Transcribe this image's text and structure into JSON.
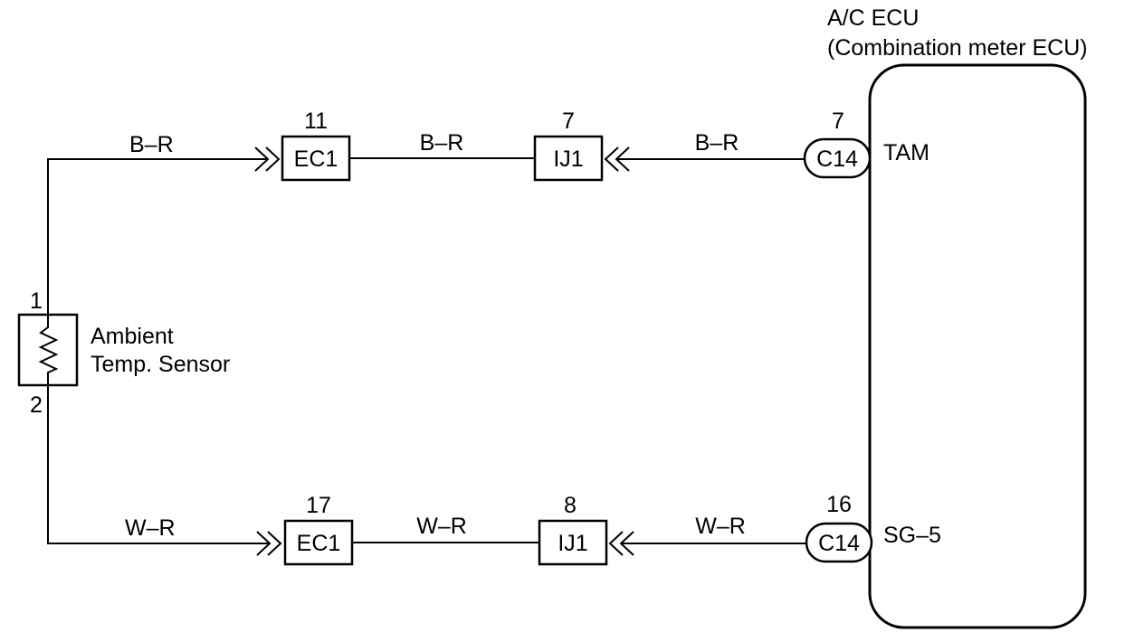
{
  "ecu": {
    "title_line1": "A/C ECU",
    "title_line2": "(Combination meter ECU)",
    "pin_top_label": "TAM",
    "pin_bottom_label": "SG–5"
  },
  "sensor": {
    "name_line1": "Ambient",
    "name_line2": "Temp. Sensor",
    "pin_top": "1",
    "pin_bottom": "2"
  },
  "top_circuit": {
    "wire1_color": "B–R",
    "wire2_color": "B–R",
    "wire3_color": "B–R",
    "ec1_pin": "11",
    "ec1_name": "EC1",
    "ij1_pin": "7",
    "ij1_name": "IJ1",
    "c14_pin": "7",
    "c14_name": "C14"
  },
  "bottom_circuit": {
    "wire1_color": "W–R",
    "wire2_color": "W–R",
    "wire3_color": "W–R",
    "ec1_pin": "17",
    "ec1_name": "EC1",
    "ij1_pin": "8",
    "ij1_name": "IJ1",
    "c14_pin": "16",
    "c14_name": "C14"
  }
}
